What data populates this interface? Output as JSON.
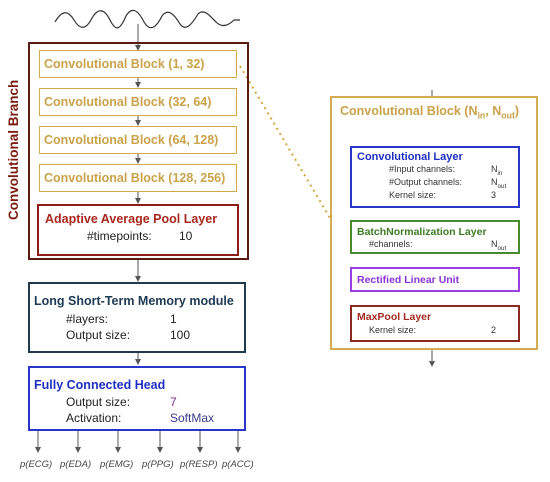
{
  "branch": {
    "title": "Convolutional Branch",
    "blocks": [
      {
        "label": "Convolutional Block (1, 32)"
      },
      {
        "label": "Convolutional Block (32, 64)"
      },
      {
        "label": "Convolutional Block (64, 128)"
      },
      {
        "label": "Convolutional Block (128, 256)"
      }
    ],
    "pool": {
      "title": "Adaptive Average Pool Layer",
      "timepoints_key": "#timepoints:",
      "timepoints_val": "10"
    }
  },
  "lstm": {
    "title": "Long Short-Term Memory module",
    "layers_key": "#layers:",
    "layers_val": "1",
    "output_key": "Output size:",
    "output_val": "100"
  },
  "fc": {
    "title": "Fully Connected Head",
    "output_key": "Output size:",
    "output_val": "7",
    "activation_key": "Activation:",
    "activation_val": "SoftMax"
  },
  "outputs": [
    "p(ECG)",
    "p(EDA)",
    "p(EMG)",
    "p(PPG)",
    "p(RESP)",
    "p(ACC)"
  ],
  "detail": {
    "title_prefix": "Convolutional Block (N",
    "title_sub_in": "in",
    "title_mid": ", N",
    "title_sub_out": "out",
    "title_suffix": ")",
    "conv": {
      "title": "Convolutional Layer",
      "in_key": "#Input channels:",
      "in_val": "N",
      "in_sub": "in",
      "out_key": "#Output channels:",
      "out_val": "N",
      "out_sub": "out",
      "k_key": "Kernel size:",
      "k_val": "3"
    },
    "bn": {
      "title": "BatchNormalization Layer",
      "ch_key": "#channels:",
      "ch_val": "N",
      "ch_sub": "out"
    },
    "relu": {
      "title": "Rectified Linear Unit"
    },
    "maxpool": {
      "title": "MaxPool Layer",
      "k_key": "Kernel size:",
      "k_val": "2"
    }
  },
  "colors": {
    "gold": "#d2a94b",
    "maroon": "#5b1a12",
    "navy": "#213a4d",
    "blue": "#2a35c9",
    "green": "#4a8a2f",
    "purple": "#9a3fe0",
    "dotted": "#d6a63a"
  }
}
